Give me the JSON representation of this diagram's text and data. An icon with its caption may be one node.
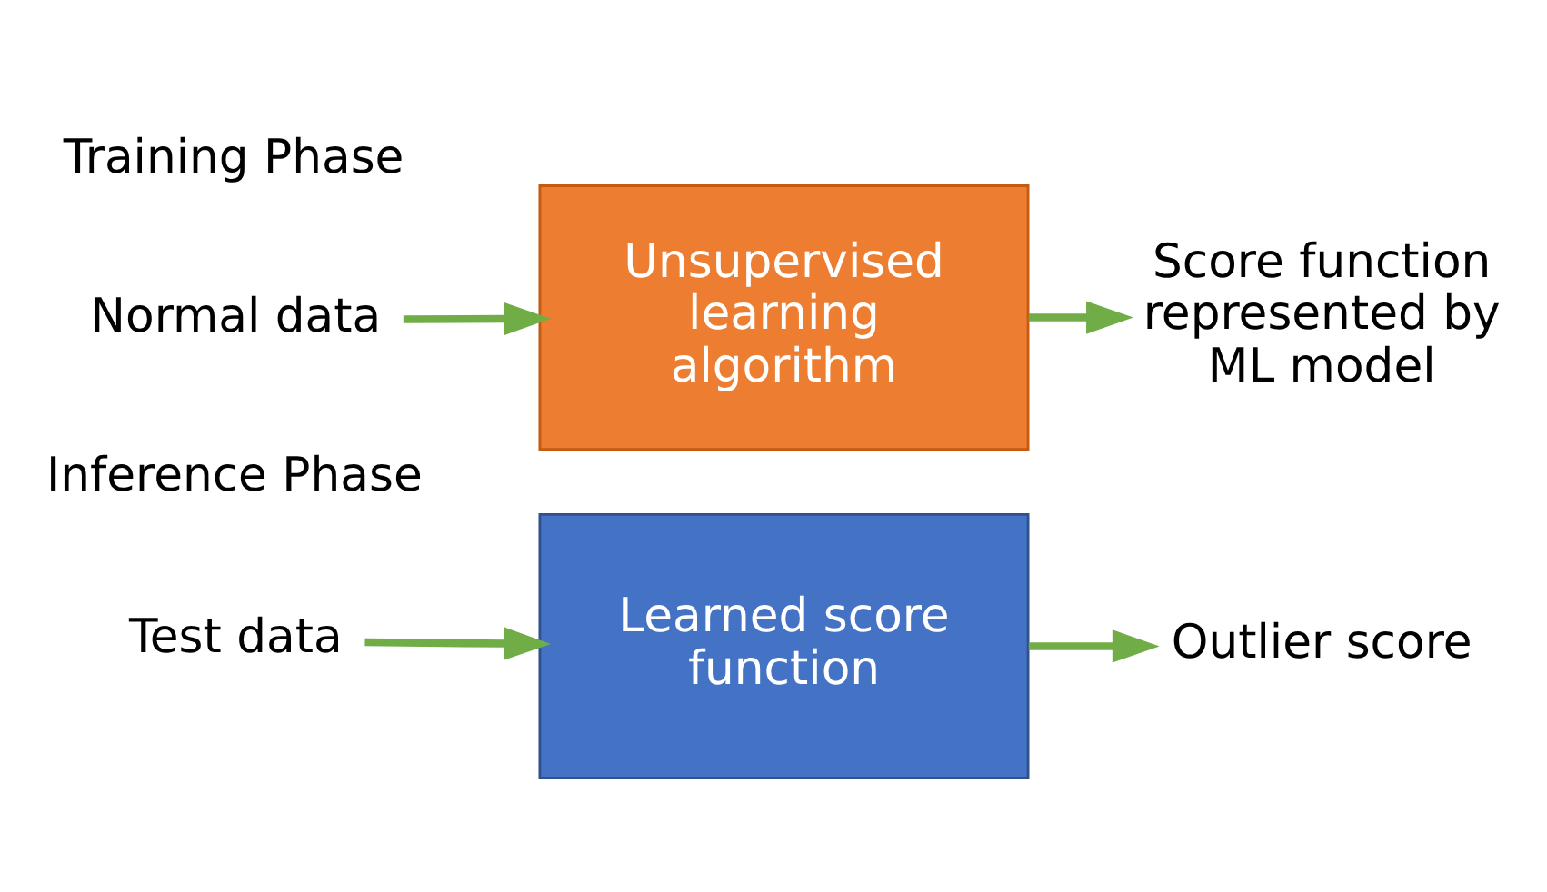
{
  "diagram": {
    "nodes": [
      {
        "text": [
          "Normal data"
        ]
      },
      {
        "text": [
          "Unsupervised learning algorithm"
        ]
      },
      {
        "text": [
          "Score function represented by ML model"
        ]
      },
      {
        "text": [
          "Test data"
        ]
      },
      {
        "text": [
          "Learned score function"
        ]
      },
      {
        "text": [
          "Outlier score"
        ]
      }
    ],
    "edges": [
      {
        "from": 0,
        "to": 1,
        "arrow": "to"
      },
      {
        "from": 1,
        "to": 2,
        "arrow": "to"
      },
      {
        "from": 3,
        "to": 4,
        "arrow": "to"
      },
      {
        "from": 4,
        "to": 5,
        "arrow": "to"
      }
    ],
    "labels": [
      "Training Phase",
      "Inference Phase"
    ]
  }
}
